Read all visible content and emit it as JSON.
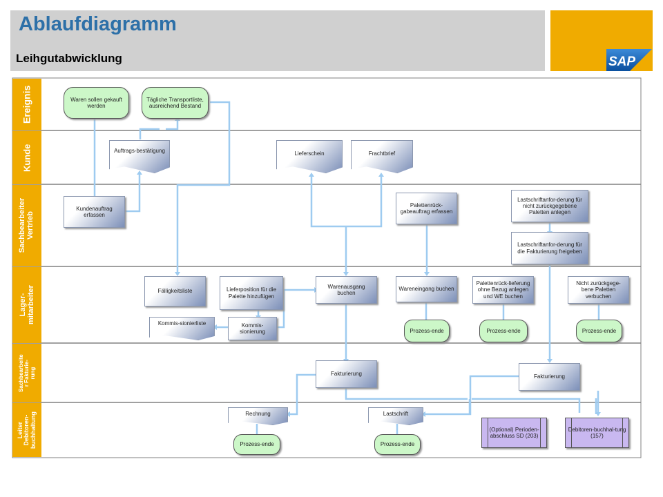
{
  "header": {
    "title": "Ablaufdiagramm",
    "subtitle": "Leihgutabwicklung",
    "logo_text": "SAP",
    "brand_color": "#f0ab00"
  },
  "lanes": [
    {
      "label": "Ereignis"
    },
    {
      "label": "Kunde"
    },
    {
      "label": "Sachbearbeiter Vertrieb"
    },
    {
      "label": "Lager-mitarbeiter"
    },
    {
      "label": "Sachbearbeite r Fakturie-rung"
    },
    {
      "label": "Leiter Debitoren-buchhaltung"
    }
  ],
  "nodes": {
    "waren_sollen": "Waren sollen gekauft werden",
    "tagliche_transportliste": "Tägliche Transportliste, ausreichend Bestand",
    "auftragsbestaetigung": "Auftrags-bestätigung",
    "lieferschein": "Lieferschein",
    "frachtbrief": "Frachtbrief",
    "kundenauftrag": "Kundenauftrag erfassen",
    "palettenrueckgabe": "Palettenrück-gabeauftrag erfassen",
    "lastschrift_anlegen": "Lastschriftanfor-derung für nicht zurückgegebene Paletten anlegen",
    "lastschrift_freigeben": "Lastschriftanfor-derung für die Fakturierung freigeben",
    "faelligkeitsliste": "Fälligkeitsliste",
    "lieferposition": "Lieferposition für die Palette hinzufügen",
    "warenausgang": "Warenausgang buchen",
    "wareneingang": "Wareneingang buchen",
    "palettenrueck_lieferung": "Palettenrück-lieferung ohne Bezug anlegen und WE buchen",
    "nicht_zurueck": "Nicht zurückgege-bene Paletten verbuchen",
    "kommisionierliste": "Kommis-sionierliste",
    "kommissionierung": "Kommis-sionierung",
    "prozessende_1": "Prozess-ende",
    "prozessende_2": "Prozess-ende",
    "prozessende_3": "Prozess-ende",
    "fakturierung_1": "Fakturierung",
    "fakturierung_2": "Fakturierung",
    "rechnung": "Rechnung",
    "lastschrift": "Lastschrift",
    "optional_perioden": "(Optional) Perioden-abschluss SD (203)",
    "debitorenbuchhaltung": "Debitoren-buchhal-tung (157)",
    "prozessende_4": "Prozess-ende",
    "prozessende_5": "Prozess-ende"
  },
  "colors": {
    "lane_label": "#f0ab00",
    "lane_border": "#808080",
    "connector": "#9ecbf0",
    "event_fill": "#ccf7c8",
    "subprocess_fill": "#c9b8f0"
  }
}
